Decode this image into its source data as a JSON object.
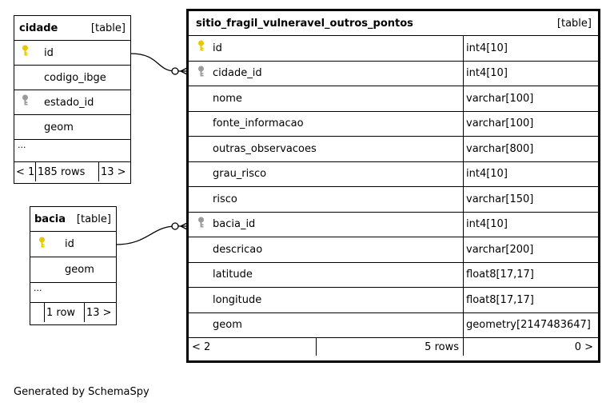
{
  "cidade": {
    "name": "cidade",
    "tag": "[table]",
    "columns": [
      {
        "name": "id",
        "key": "primary"
      },
      {
        "name": "codigo_ibge",
        "key": ""
      },
      {
        "name": "estado_id",
        "key": "foreign"
      },
      {
        "name": "geom",
        "key": ""
      }
    ],
    "ellipsis": "...",
    "footer": {
      "prev": "< 1",
      "rows": "185 rows",
      "next": "13 >"
    }
  },
  "bacia": {
    "name": "bacia",
    "tag": "[table]",
    "columns": [
      {
        "name": "id",
        "key": "primary"
      },
      {
        "name": "geom",
        "key": ""
      }
    ],
    "ellipsis": "...",
    "footer": {
      "prev": "",
      "rows": "1 row",
      "next": "13 >"
    }
  },
  "main_table": {
    "name": "sitio_fragil_vulneravel_outros_pontos",
    "tag": "[table]",
    "columns": [
      {
        "name": "id",
        "type": "int4[10]",
        "key": "primary"
      },
      {
        "name": "cidade_id",
        "type": "int4[10]",
        "key": "foreign"
      },
      {
        "name": "nome",
        "type": "varchar[100]",
        "key": ""
      },
      {
        "name": "fonte_informacao",
        "type": "varchar[100]",
        "key": ""
      },
      {
        "name": "outras_observacoes",
        "type": "varchar[800]",
        "key": ""
      },
      {
        "name": "grau_risco",
        "type": "int4[10]",
        "key": ""
      },
      {
        "name": "risco",
        "type": "varchar[150]",
        "key": ""
      },
      {
        "name": "bacia_id",
        "type": "int4[10]",
        "key": "foreign"
      },
      {
        "name": "descricao",
        "type": "varchar[200]",
        "key": ""
      },
      {
        "name": "latitude",
        "type": "float8[17,17]",
        "key": ""
      },
      {
        "name": "longitude",
        "type": "float8[17,17]",
        "key": ""
      },
      {
        "name": "geom",
        "type": "geometry[2147483647]",
        "key": ""
      }
    ],
    "footer": {
      "prev": "< 2",
      "rows": "5 rows",
      "next": "0 >"
    }
  },
  "colors": {
    "primary_key": "#e8c800",
    "foreign_key": "#9a9a9a"
  },
  "generated_by": "Generated by SchemaSpy"
}
